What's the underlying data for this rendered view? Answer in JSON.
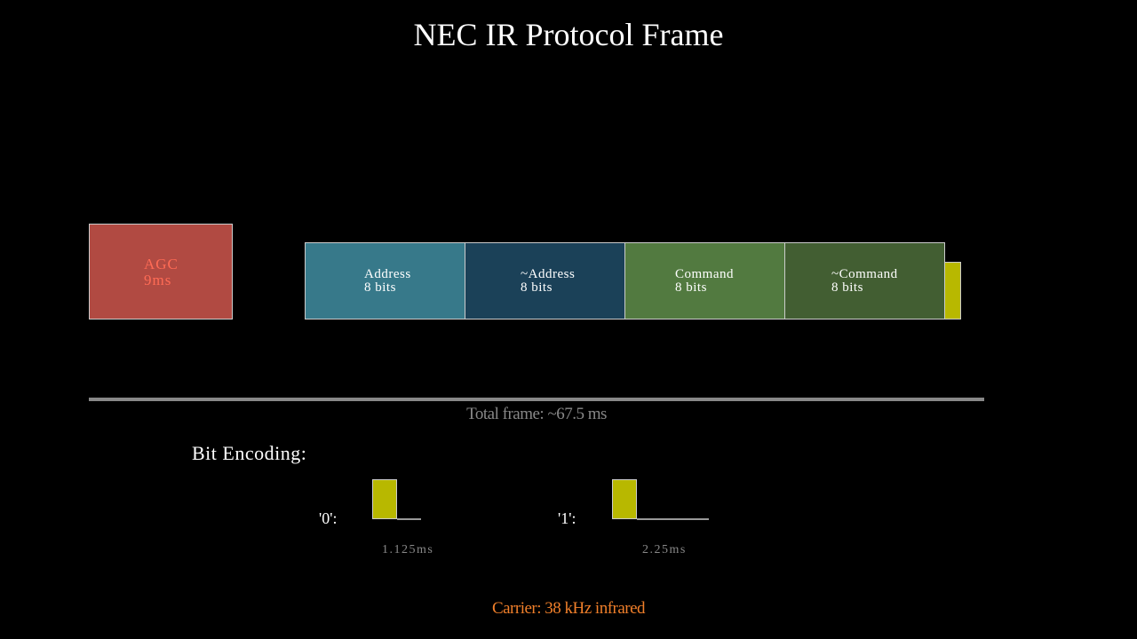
{
  "title": "NEC IR Protocol Frame",
  "colors": {
    "agc_fill": "#b14a42",
    "agc_text": "#ff6b55",
    "address_fill": "#37798a",
    "inv_address_fill": "#1b4158",
    "command_fill": "#527a40",
    "inv_command_fill": "#425e32",
    "stop_bit_fill": "#b8b800",
    "carrier_text": "#f07f2a"
  },
  "agc": {
    "label": "AGC",
    "duration": "9ms"
  },
  "segments": [
    {
      "label": "Address",
      "bits": "8 bits"
    },
    {
      "label": "~Address",
      "bits": "8 bits"
    },
    {
      "label": "Command",
      "bits": "8 bits"
    },
    {
      "label": "~Command",
      "bits": "8 bits"
    }
  ],
  "total_frame": "Total frame: ~67.5 ms",
  "bit_encoding": {
    "title": "Bit Encoding:",
    "zero": {
      "label": "'0':",
      "duration": "1.125ms"
    },
    "one": {
      "label": "'1':",
      "duration": "2.25ms"
    }
  },
  "carrier": "Carrier: 38 kHz infrared"
}
